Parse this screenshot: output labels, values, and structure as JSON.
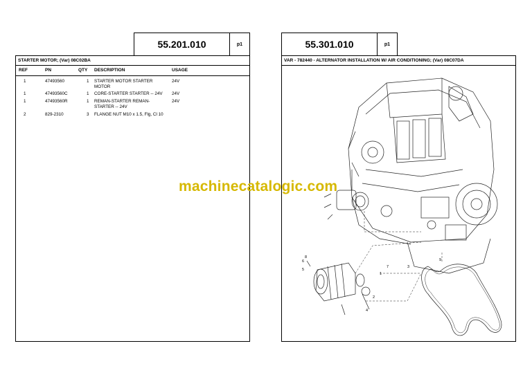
{
  "left_page": {
    "page_number": "55.201.010",
    "page_label": "p1",
    "section_title": "STARTER MOTOR; (Var) 08C02BA",
    "headers": {
      "ref": "REF",
      "pn": "PN",
      "qty": "QTY",
      "description": "DESCRIPTION",
      "usage": "USAGE"
    },
    "rows": [
      {
        "ref": "1",
        "pn": "47493560",
        "qty": "1",
        "description": "STARTER MOTOR STARTER MOTOR",
        "usage": "24V"
      },
      {
        "ref": "1",
        "pn": "47493560C",
        "qty": "1",
        "description": "CORE-STARTER STARTER -- 24V",
        "usage": "24V"
      },
      {
        "ref": "1",
        "pn": "47493560R",
        "qty": "1",
        "description": "REMAN-STARTER REMAN-STARTER -- 24V",
        "usage": "24V"
      },
      {
        "ref": "2",
        "pn": "829-2310",
        "qty": "3",
        "description": "FLANGE NUT M10 x 1.5, Flg, Cl 10",
        "usage": ""
      }
    ]
  },
  "right_page": {
    "page_number": "55.301.010",
    "page_label": "p1",
    "section_title": "VAR - 782440 - ALTERNATOR INSTALLATION W/ AIR CONDITIONING; (Var) 08C07DA",
    "callouts": [
      "1",
      "2",
      "3",
      "4",
      "5",
      "6",
      "7",
      "8",
      "9"
    ]
  },
  "watermark": "machinecatalogic.com",
  "colors": {
    "watermark": "#d6b800",
    "border": "#000000",
    "background": "#ffffff"
  }
}
